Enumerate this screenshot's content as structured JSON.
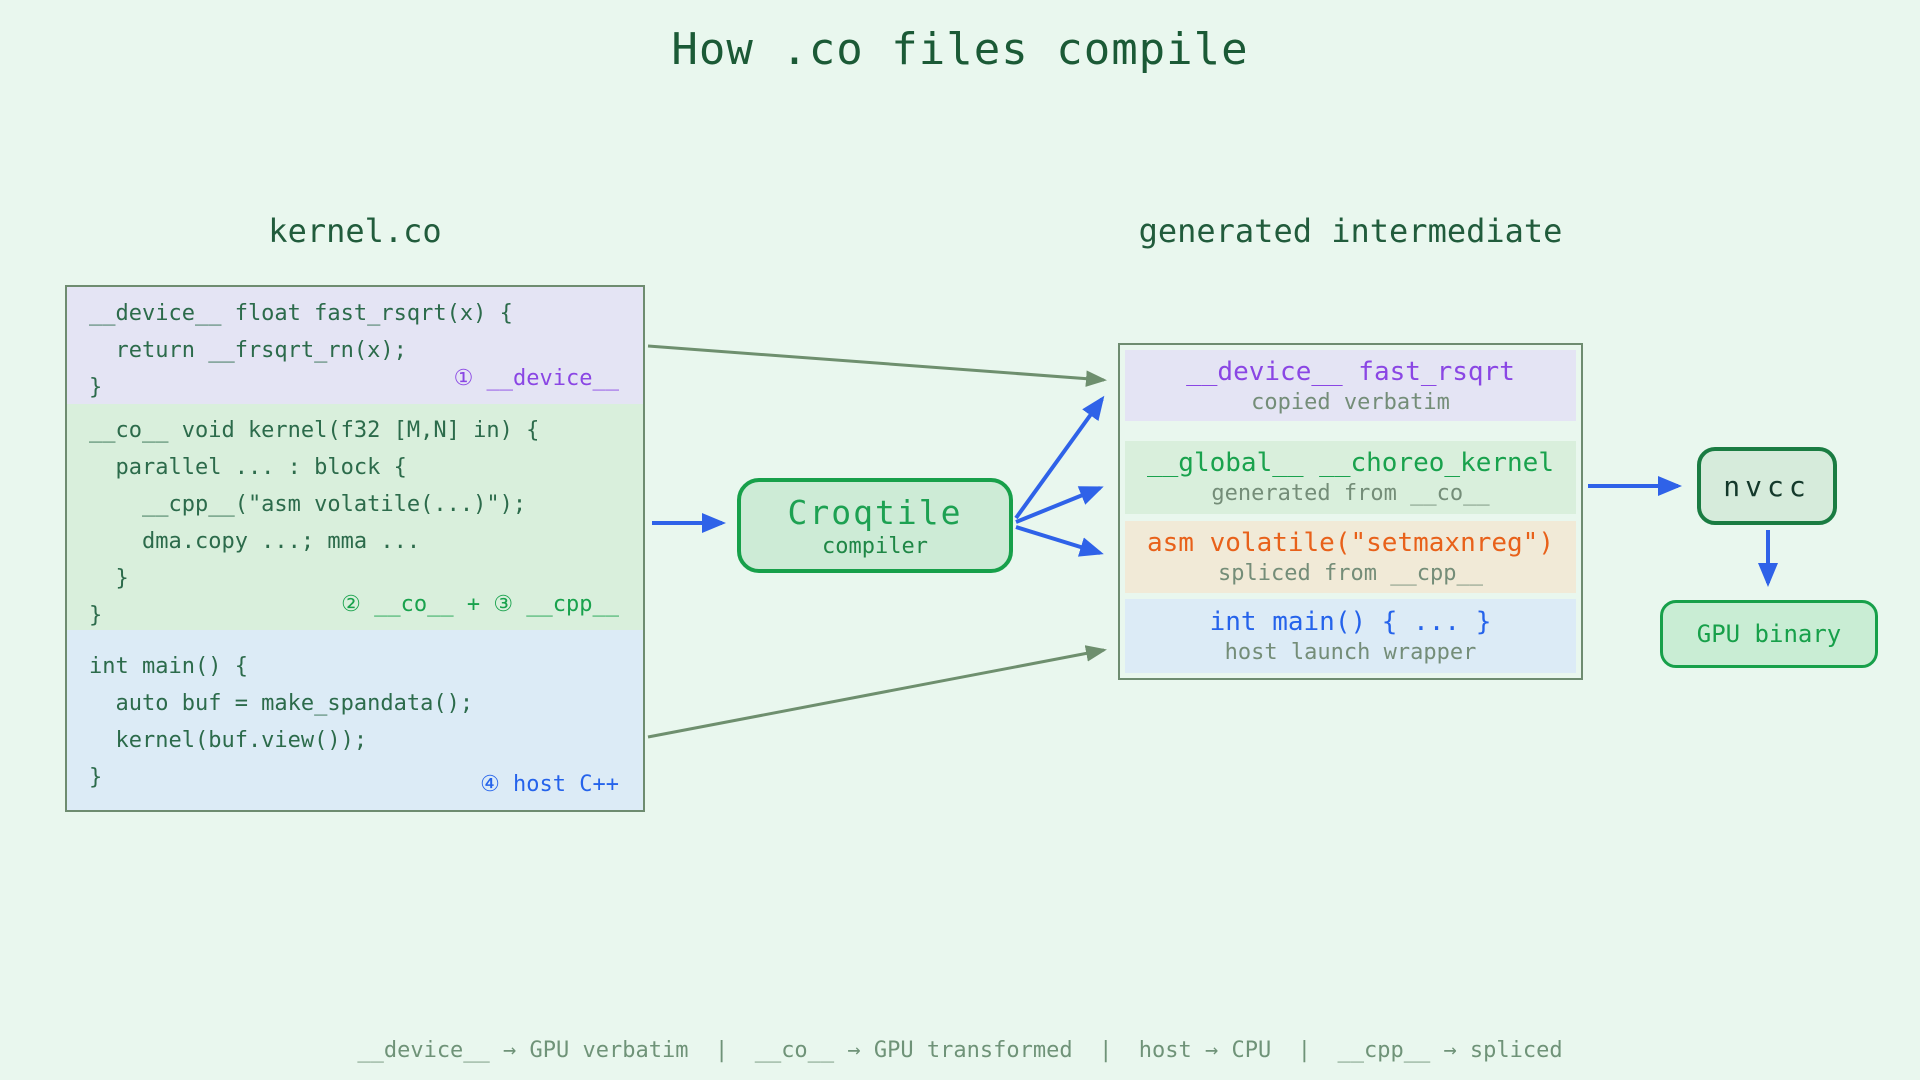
{
  "page": {
    "title": "How .co files compile"
  },
  "source": {
    "heading": "kernel.co",
    "sections": [
      {
        "name": "device-section",
        "lines": [
          "__device__ float fast_rsqrt(x) {",
          "  return __frsqrt_rn(x);",
          "}"
        ],
        "badge": "① __device__"
      },
      {
        "name": "co-section",
        "lines": [
          "__co__ void kernel(f32 [M,N] in) {",
          "  parallel ... : block {",
          "    __cpp__(\"asm volatile(...)\");",
          "    dma.copy ...; mma ...",
          "  }",
          "}"
        ],
        "badge": "② __co__ + ③ __cpp__"
      },
      {
        "name": "host-section",
        "lines": [
          "int main() {",
          "  auto buf = make_spandata();",
          "  kernel(buf.view());",
          "}"
        ],
        "badge": "④ host C++"
      }
    ]
  },
  "compiler": {
    "name": "Croqtile",
    "subtitle": "compiler"
  },
  "intermediate": {
    "heading": "generated intermediate",
    "rows": [
      {
        "main": "__device__ fast_rsqrt",
        "sub": "copied verbatim"
      },
      {
        "main": "__global__ __choreo_kernel",
        "sub": "generated from __co__"
      },
      {
        "main": "asm volatile(\"setmaxnreg\")",
        "sub": "spliced from __cpp__"
      },
      {
        "main": "int main() { ... }",
        "sub": "host launch wrapper"
      }
    ]
  },
  "backend": {
    "compiler": "nvcc",
    "output": "GPU binary"
  },
  "legend": "__device__ → GPU verbatim  |  __co__ → GPU transformed  |  host → CPU  |  __cpp__ → spliced",
  "colors": {
    "background": "#e9f7ee",
    "title_green": "#1b5a36",
    "code_green": "#2c6b4b",
    "accent_green": "#19a24d",
    "accent_purple": "#8a46e4",
    "accent_orange": "#e8611a",
    "accent_blue": "#2563eb",
    "arrow_blue": "#2f62e8",
    "arrow_gray": "#6e8f6e",
    "muted_label": "#748d78",
    "section_lavender": "#e4e4f4",
    "section_green": "#d9efdc",
    "section_blue": "#dcebf6",
    "section_tan": "#f1ead7"
  }
}
